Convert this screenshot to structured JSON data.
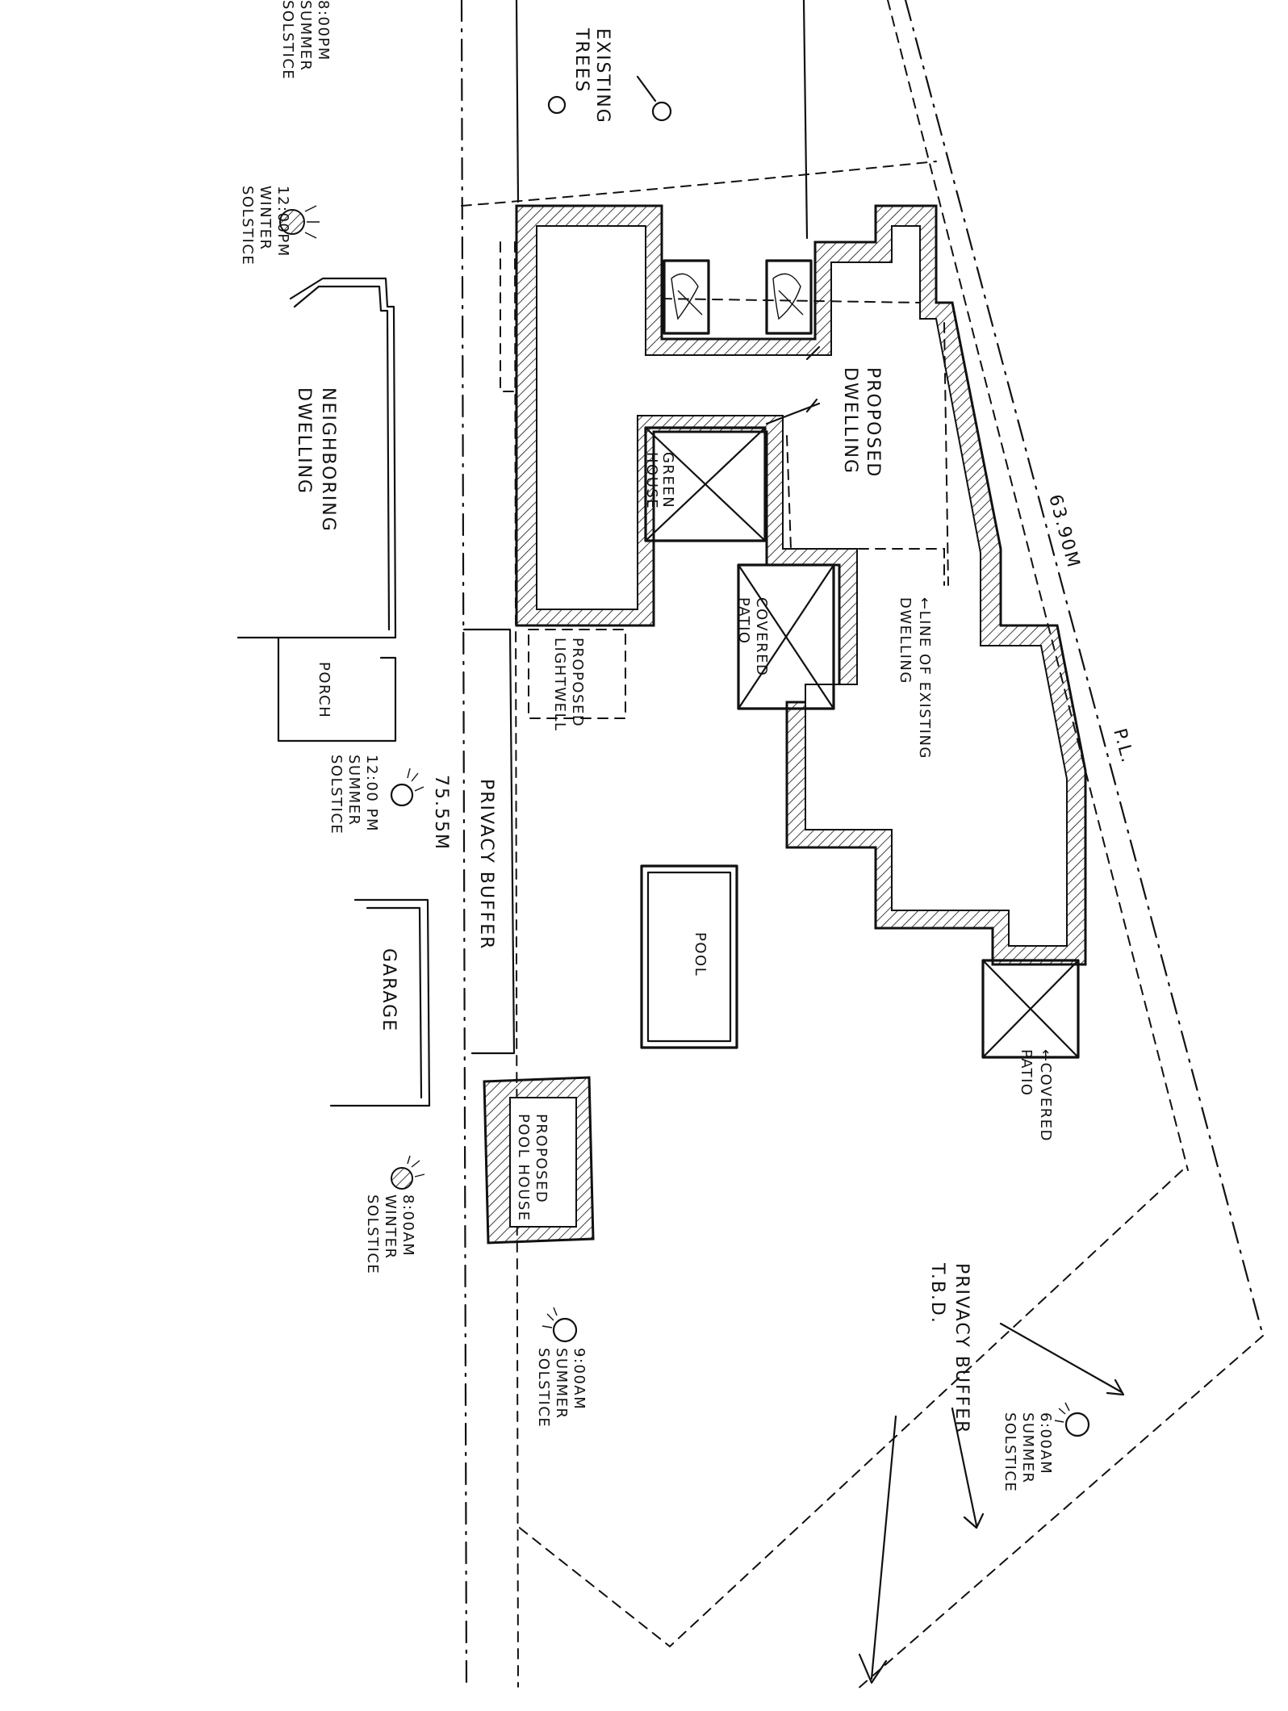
{
  "labels": {
    "existing_trees": [
      "EXISTING",
      "TREES"
    ],
    "sun_800pm_summer": [
      "8:00PM",
      "SUMMER",
      "SOLSTICE"
    ],
    "sun_1200pm_winter": [
      "12:00PM",
      "WINTER",
      "SOLSTICE"
    ],
    "neighboring_dwelling": [
      "NEIGHBORING",
      "DWELLING"
    ],
    "proposed_dwelling": [
      "PROPOSED",
      "DWELLING"
    ],
    "green_house": [
      "GREEN",
      "HOUSE"
    ],
    "covered_patio_center": [
      "COVERED",
      "PATIO"
    ],
    "line_existing_dwelling": [
      "←LINE OF EXISTING",
      "DWELLING"
    ],
    "dimension_6390": "63.90M",
    "property_line": "P.L.",
    "proposed_lightwell": [
      "PROPOSED",
      "LIGHTWELL"
    ],
    "porch": "PORCH",
    "sun_1200pm_summer": [
      "12:00 PM",
      "SUMMER",
      "SOLSTICE"
    ],
    "dimension_7555": "75.55M",
    "privacy_buffer_left": "PRIVACY BUFFER",
    "pool": "POOL",
    "garage": "GARAGE",
    "covered_patio_right": [
      "←COVERED",
      "PATIO"
    ],
    "proposed_pool_house": [
      "PROPOSED",
      "POOL HOUSE"
    ],
    "sun_800am_winter": [
      "8:00AM",
      "WINTER",
      "SOLSTICE"
    ],
    "privacy_buffer_tbd": [
      "PRIVACY BUFFER",
      "T.B.D."
    ],
    "sun_900am_summer": [
      "9:00AM",
      "SUMMER",
      "SOLSTICE"
    ],
    "sun_600am_summer": [
      "6:00AM",
      "SUMMER",
      "SOLSTICE"
    ]
  }
}
